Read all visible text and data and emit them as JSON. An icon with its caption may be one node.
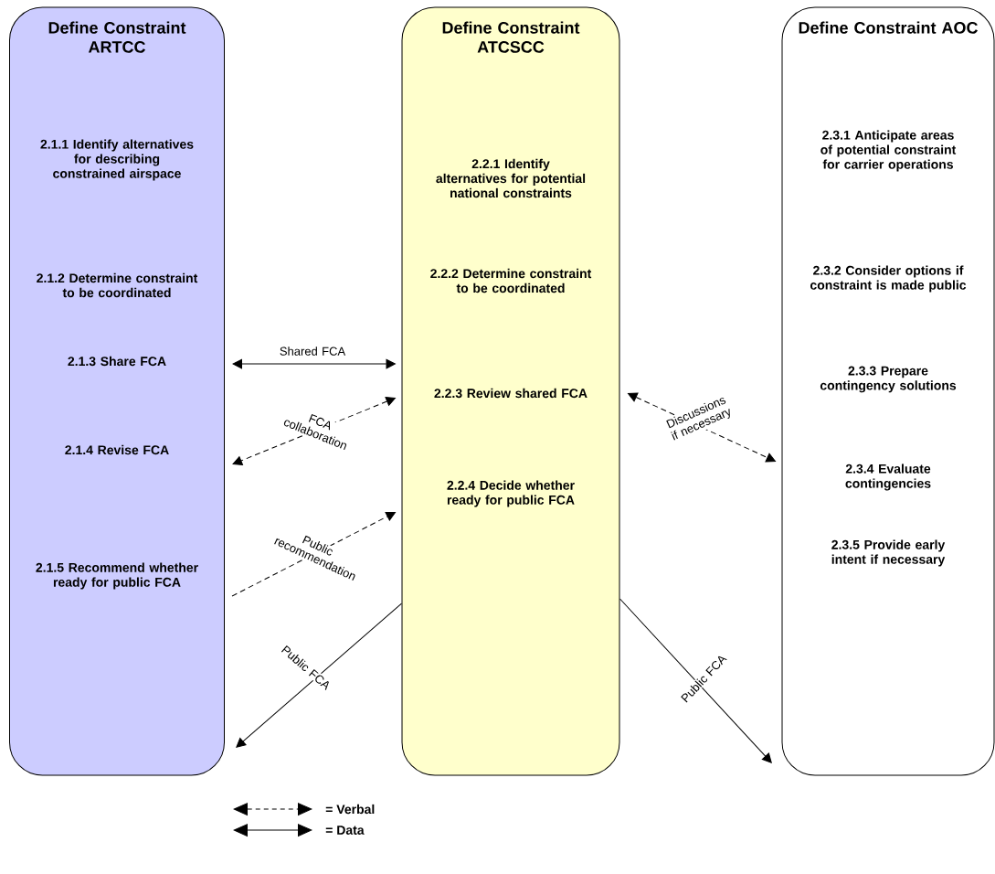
{
  "diagram": {
    "nodes": [
      {
        "text": [
          "Define Constraint ARTCC"
        ]
      },
      {
        "text": [
          "2.1.1 Identify alternatives for describing constrained airspace"
        ],
        "in": 0
      },
      {
        "text": [
          "2.1.2 Determine constraint to be coordinated"
        ],
        "in": 0
      },
      {
        "text": [
          "2.1.3 Share FCA"
        ],
        "in": 0
      },
      {
        "text": [
          "2.1.4 Revise FCA"
        ],
        "in": 0
      },
      {
        "text": [
          "2.1.5 Recommend whether ready for public FCA"
        ],
        "in": 0
      },
      {
        "text": [
          "Define Constraint ATCSCC"
        ]
      },
      {
        "text": [
          "2.2.1 Identify alternatives for potential national constraints"
        ],
        "in": 6
      },
      {
        "text": [
          "2.2.2 Determine constraint to be coordinated"
        ],
        "in": 6
      },
      {
        "text": [
          "2.2.3 Review shared FCA"
        ],
        "in": 6
      },
      {
        "text": [
          "2.2.4 Decide whether ready for public FCA"
        ],
        "in": 6
      },
      {
        "text": [
          "Define Constraint AOC"
        ]
      },
      {
        "text": [
          "2.3.1 Anticipate areas of potential constraint for carrier operations"
        ],
        "in": 11
      },
      {
        "text": [
          "2.3.2 Consider options if constraint is made public"
        ],
        "in": 11
      },
      {
        "text": [
          "2.3.3 Prepare contingency solutions"
        ],
        "in": 11
      },
      {
        "text": [
          "2.3.4 Evaluate contingencies"
        ],
        "in": 11
      },
      {
        "text": [
          "2.3.5 Provide early intent if necessary"
        ],
        "in": 11
      }
    ],
    "edges": [
      {
        "from": 0,
        "to": 6,
        "arrow": "both",
        "label": "Shared FCA"
      },
      {
        "from": 6,
        "to": 0,
        "arrow": "both",
        "style": "dashed",
        "label": "FCA collaboration"
      },
      {
        "from": 0,
        "to": 6,
        "arrow": "to",
        "style": "dashed",
        "label": "Public recommendation"
      },
      {
        "from": 6,
        "to": 11,
        "arrow": "both",
        "style": "dashed",
        "label": "Discussions if necessary"
      },
      {
        "from": 6,
        "to": null,
        "arrow": "to",
        "label": "Public FCA"
      },
      {
        "from": 6,
        "to": null,
        "arrow": "to",
        "label": "Public FCA"
      }
    ],
    "legend": [
      {
        "text": "= Verbal"
      },
      {
        "text": "= Data"
      }
    ]
  }
}
